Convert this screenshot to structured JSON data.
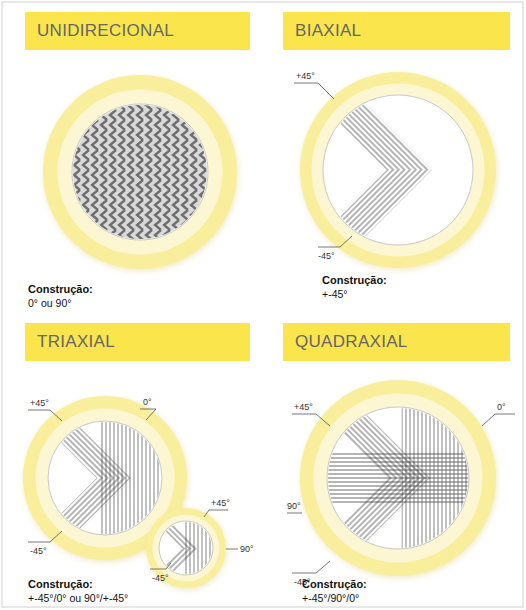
{
  "diagram": {
    "nodes": [
      {
        "text": [
          "UNIDIRECIONAL"
        ]
      },
      {
        "text": [
          "BIAXIAL"
        ]
      },
      {
        "text": [
          "TRIAXIAL"
        ]
      },
      {
        "text": [
          "QUADRAXIAL"
        ]
      }
    ],
    "labels": [
      "Construção:",
      "0° ou 90°",
      "+45°",
      "-45°",
      "Construção:",
      "+-45°",
      "+45°",
      "0°",
      "-45°",
      "+45°",
      "90°",
      "-45°",
      "Construção:",
      "+-45°/0° ou 90°/+-45°",
      "+45°",
      "0°",
      "90°",
      "-45°",
      "Construção:",
      "+-45°/90°/0°"
    ]
  }
}
